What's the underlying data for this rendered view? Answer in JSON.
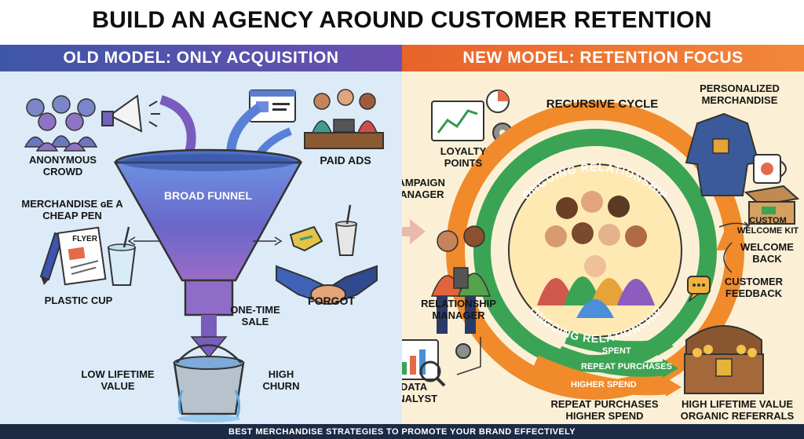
{
  "title": "BUILD AN AGENCY AROUND CUSTOMER RETENTION",
  "left_panel": {
    "header": "OLD MODEL: ONLY ACQUISITION",
    "funnel_label": "BROAD FUNNEL",
    "anonymous_crowd": "ANONYMOUS CROWD",
    "paid_ads": "PAID ADS",
    "merchandise": "MERCHANDISE ɢe A CHEAP PEN",
    "flyer": "FLYER",
    "plastic_cup": "PLASTIC CUP",
    "forgot": "FORGOT",
    "one_time_sale": "ONE-TIME SALE",
    "low_lifetime_value": "LOW LIFETIME VALUE",
    "high_churn": "HIGH CHURN"
  },
  "right_panel": {
    "header": "NEW MODEL: RETENTION FOCUS",
    "recursive_cycle": "RECURSIVE CYCLE",
    "ongoing_relationship_top": "ONGOING RELATIONSHIP",
    "ongoing_relationship_bottom": "ONGOING RELATIONSHIP",
    "loyalty_points": "LOYALTY POINTS",
    "campaign_manager": "CAMPAIGN MANAGER",
    "relationship_manager": "RELATIONSHIP MANAGER",
    "data_analyst": "DATA ANALYST",
    "personalized_merchandise": "PERSONALIZED MERCHANDISE",
    "custom_welcome_kit": "CUSTOM WELCOME KIT",
    "welcome_back": "WELCOME BACK",
    "customer_feedback": "CUSTOMER FEEDBACK",
    "arrow_spent": "SPENT",
    "arrow_repeat": "REPEAT PURCHASES",
    "arrow_higher": "HIGHER SPEND",
    "repeat_higher": "REPEAT PURCHASES HIGHER SPEND",
    "high_ltv": "HIGH LIFETIME VALUE ORGANIC REFERRALS"
  },
  "footer": "BEST MERCHANDISE STRATEGIES TO PROMOTE YOUR BRAND EFFECTIVELY",
  "colors": {
    "left_band": "#4a55ab",
    "right_band": "#ee7030",
    "funnel_blue": "#5a7fd6",
    "funnel_purple": "#8a64c2",
    "cycle_green": "#3aa454",
    "cycle_orange": "#f08a2a",
    "footer_bg": "#1c2a44"
  }
}
